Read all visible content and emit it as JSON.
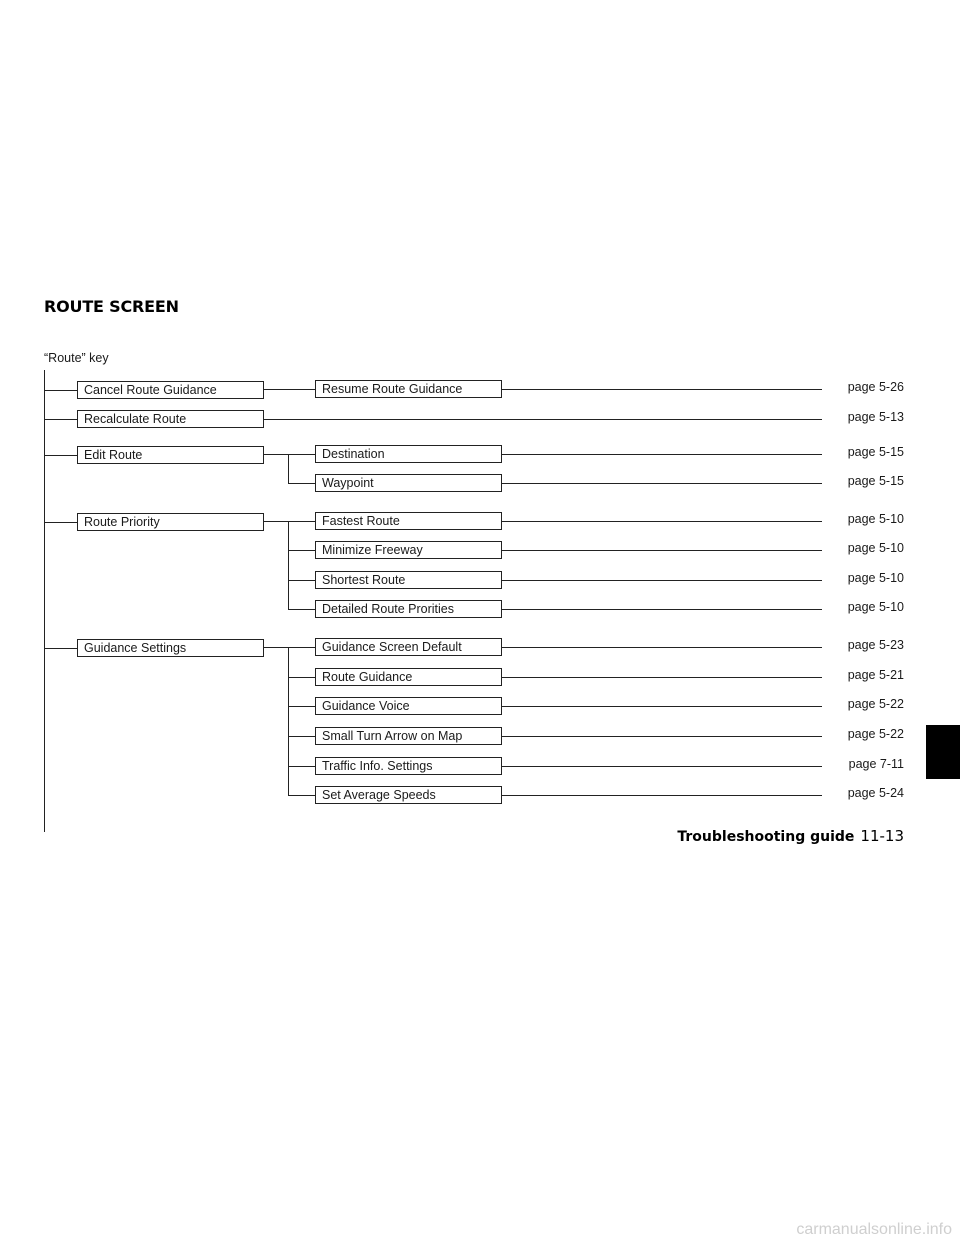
{
  "section_title": "ROUTE SCREEN",
  "key_label": "“Route” key",
  "menu": {
    "cancel": {
      "label": "Cancel Route Guidance",
      "children": [
        {
          "label": "Resume Route Guidance",
          "page": "page 5-26"
        }
      ]
    },
    "recalculate": {
      "label": "Recalculate Route",
      "page": "page 5-13"
    },
    "edit": {
      "label": "Edit Route",
      "children": [
        {
          "label": "Destination",
          "page": "page 5-15"
        },
        {
          "label": "Waypoint",
          "page": "page 5-15"
        }
      ]
    },
    "priority": {
      "label": "Route Priority",
      "children": [
        {
          "label": "Fastest Route",
          "page": "page 5-10"
        },
        {
          "label": "Minimize Freeway",
          "page": "page 5-10"
        },
        {
          "label": "Shortest Route",
          "page": "page 5-10"
        },
        {
          "label": "Detailed Route Prorities",
          "page": "page 5-10"
        }
      ]
    },
    "guidance": {
      "label": "Guidance Settings",
      "children": [
        {
          "label": "Guidance Screen Default",
          "page": "page 5-23"
        },
        {
          "label": "Route Guidance",
          "page": "page 5-21"
        },
        {
          "label": "Guidance Voice",
          "page": "page 5-22"
        },
        {
          "label": "Small Turn Arrow on Map",
          "page": "page 5-22"
        },
        {
          "label": "Traffic Info. Settings",
          "page": "page 7-11"
        },
        {
          "label": "Set Average Speeds",
          "page": "page 5-24"
        }
      ]
    }
  },
  "footer": {
    "section": "Troubleshooting guide",
    "page": "11-13"
  },
  "watermark": "carmanualsonline.info"
}
